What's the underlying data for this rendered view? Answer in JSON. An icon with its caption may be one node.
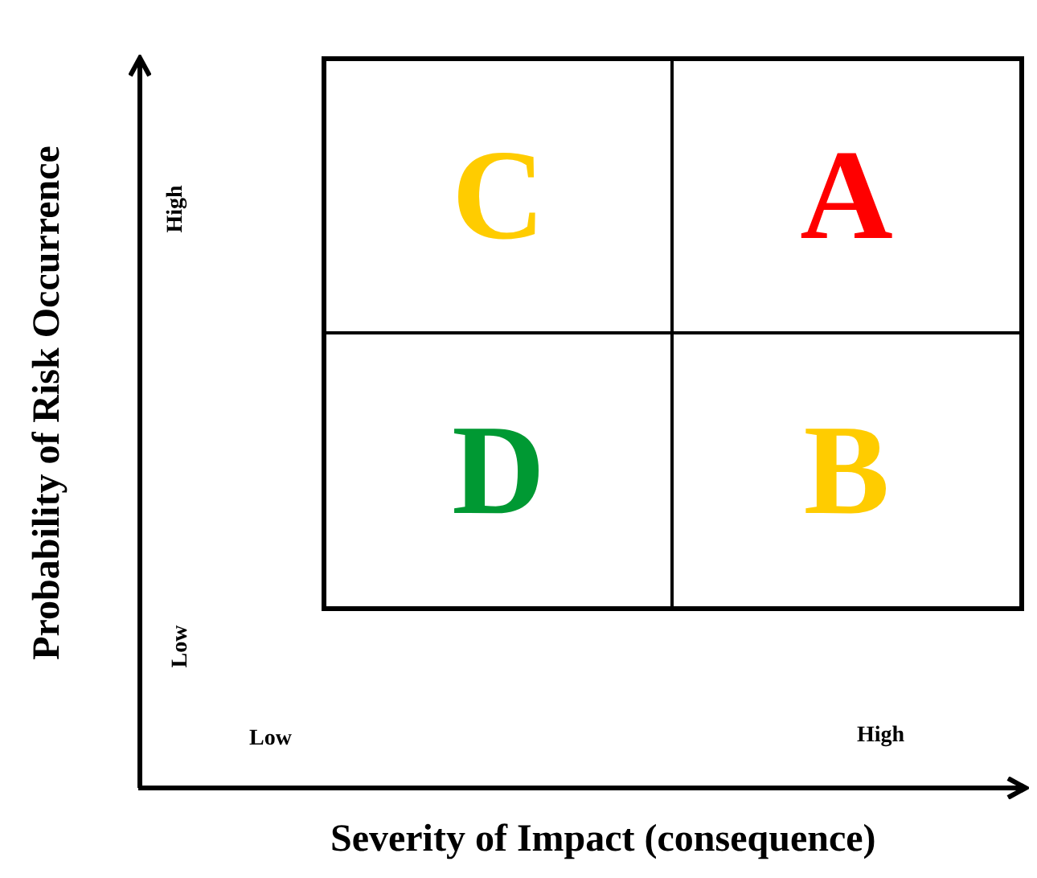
{
  "diagram": {
    "nodes": [
      {
        "text": [
          "C"
        ]
      },
      {
        "text": [
          "A"
        ]
      },
      {
        "text": [
          "D"
        ]
      },
      {
        "text": [
          "B"
        ]
      }
    ],
    "labels": [
      "Probability of Risk Occurrence",
      "High",
      "Low",
      "Low",
      "High",
      "Severity of Impact (consequence)"
    ]
  }
}
